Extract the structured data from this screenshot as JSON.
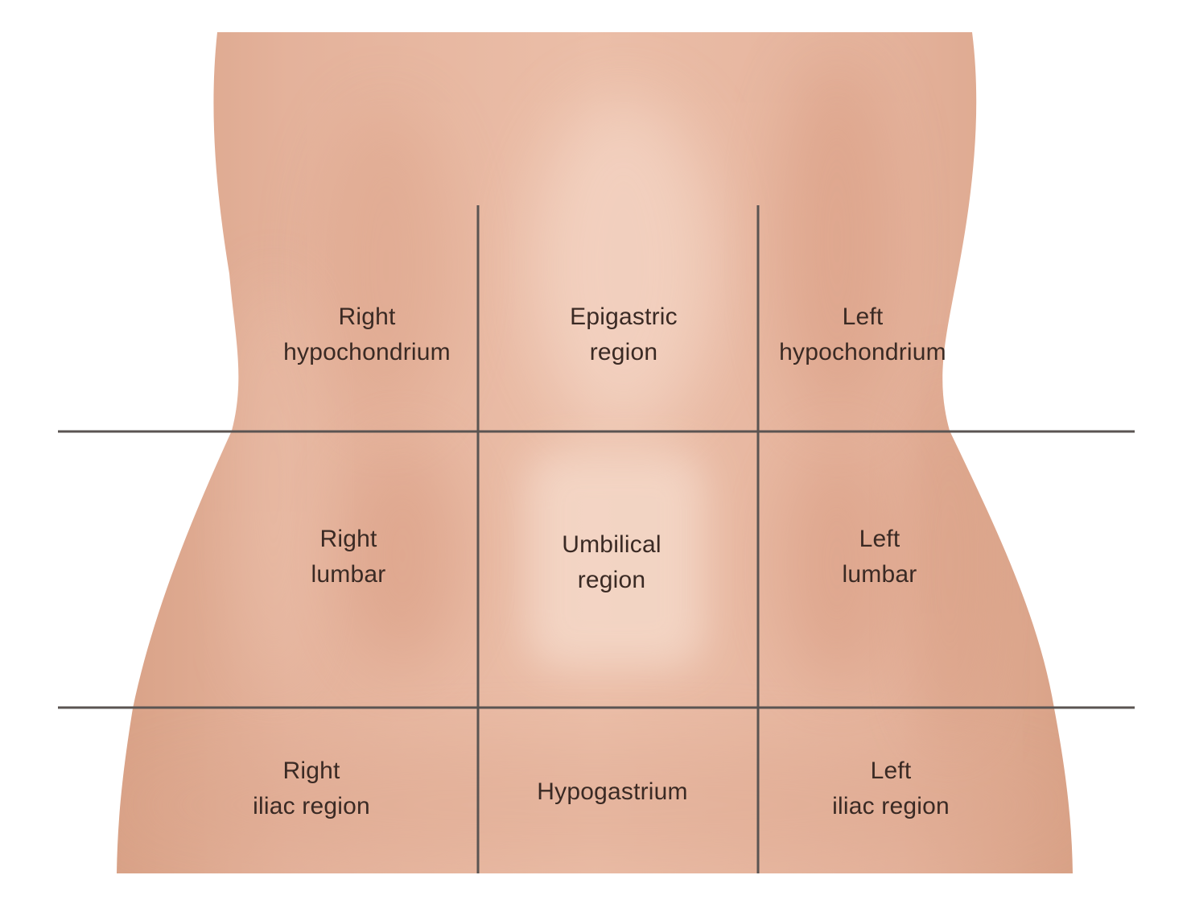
{
  "colors": {
    "background": "#ffffff",
    "skin_base": "#e2ae97",
    "skin_light": "#f3d4c3",
    "skin_shadow": "#d59a80",
    "grid_lines": "#5a5452",
    "label_text": "#3a2a24"
  },
  "regions": [
    {
      "id": "right-hypochondrium",
      "line1": "Right",
      "line2": "hypochondrium"
    },
    {
      "id": "epigastric-region",
      "line1": "Epigastric",
      "line2": "region"
    },
    {
      "id": "left-hypochondrium",
      "line1": "Left",
      "line2": "hypochondrium"
    },
    {
      "id": "right-lumbar",
      "line1": "Right",
      "line2": "lumbar"
    },
    {
      "id": "umbilical-region",
      "line1": "Umbilical",
      "line2": "region"
    },
    {
      "id": "left-lumbar",
      "line1": "Left",
      "line2": "lumbar"
    },
    {
      "id": "right-iliac-region",
      "line1": "Right",
      "line2": "iliac region"
    },
    {
      "id": "hypogastrium",
      "line1": "Hypogastrium",
      "line2": ""
    },
    {
      "id": "left-iliac-region",
      "line1": "Left",
      "line2": "iliac region"
    }
  ]
}
